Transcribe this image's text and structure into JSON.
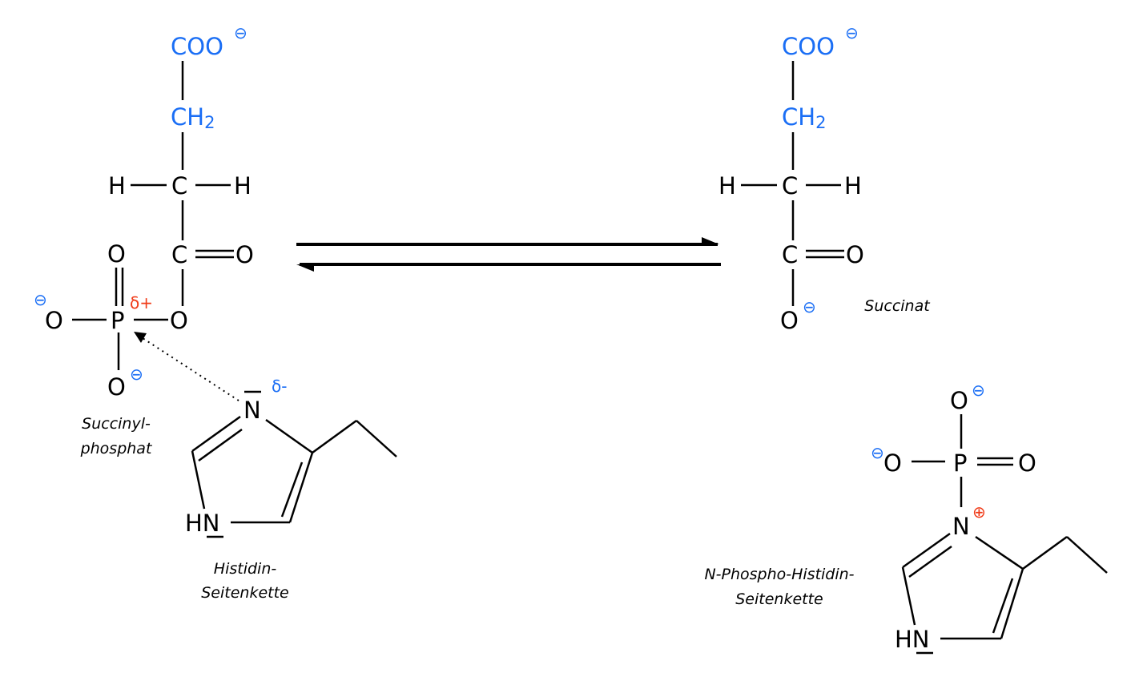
{
  "colors": {
    "highlight_blue": "#1a6ef5",
    "highlight_red": "#f03a17",
    "bond": "#000000"
  },
  "left": {
    "carboxylate": "COO",
    "ch2": "CH",
    "ch2_sub": "2",
    "h": "H",
    "c": "C",
    "o": "O",
    "p": "P",
    "n": "N",
    "hn": "HN",
    "minus": "⊖",
    "delta_plus": "δ+",
    "delta_minus": "δ-",
    "label_succinylphosphat": [
      "Succinyl-",
      "phosphat"
    ],
    "label_histidin": [
      "Histidin-",
      "Seitenkette"
    ]
  },
  "right": {
    "carboxylate": "COO",
    "ch2": "CH",
    "ch2_sub": "2",
    "h": "H",
    "c": "C",
    "o": "O",
    "p": "P",
    "n": "N",
    "hn": "HN",
    "minus": "⊖",
    "plus": "⊕",
    "label_succinat": "Succinat",
    "label_phospho": [
      "N-Phospho-Histidin-",
      "Seitenkette"
    ]
  },
  "reaction_arrow": "equilibrium"
}
